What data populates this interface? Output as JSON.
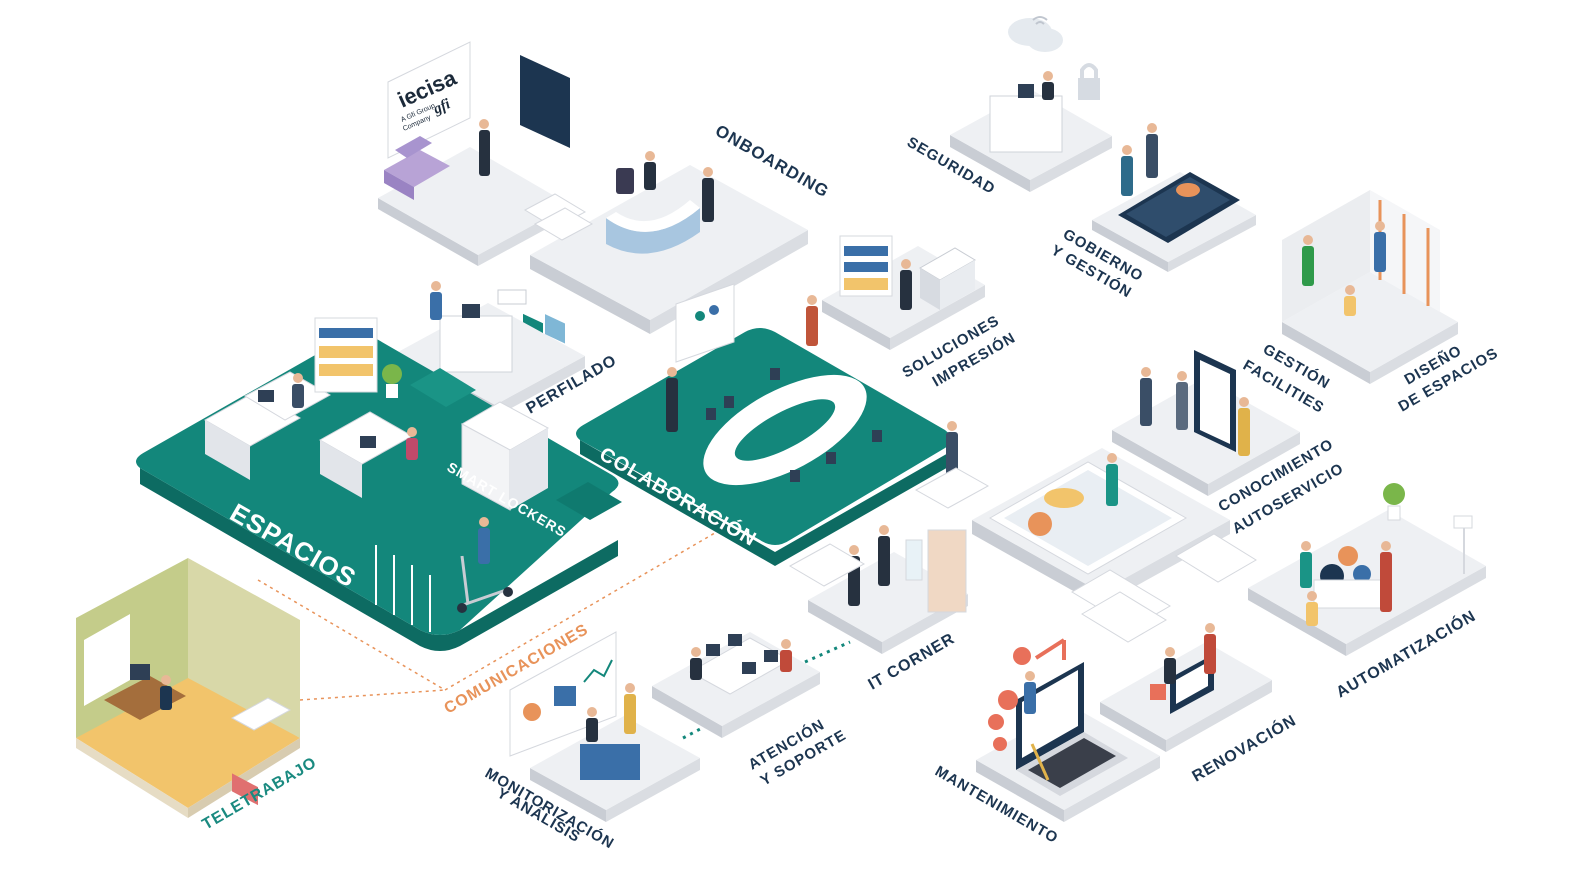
{
  "colors": {
    "teal": "#13877b",
    "teal_dark": "#0e6f65",
    "teal_text": "#1a8a80",
    "navy_text": "#1c3550",
    "orange": "#e8935a",
    "platform": "#eef0f3",
    "platform_side": "#c8ccd3",
    "white": "#ffffff"
  },
  "logo": {
    "brand": "iecisa",
    "tagline_1": "A Gfi Group",
    "tagline_2": "Company",
    "mark": "gfi"
  },
  "labels": {
    "onboarding": "ONBOARDING",
    "seguridad": "SEGURIDAD",
    "gobierno_1": "GOBIERNO",
    "gobierno_2": "Y GESTIÓN",
    "soluciones_1": "SOLUCIONES",
    "soluciones_2": "IMPRESIÓN",
    "perfilado": "PERFILADO",
    "gestion_1": "GESTIÓN",
    "gestion_2": "FACILITIES",
    "diseno_1": "DISEÑO",
    "diseno_2": "DE ESPACIOS",
    "conocimiento_1": "CONOCIMIENTO",
    "conocimiento_2": "AUTOSERVICIO",
    "smart_lockers": "SMART LOCKERS",
    "colaboracion": "COLABORACIÓN",
    "espacios": "ESPACIOS",
    "comunicaciones": "COMUNICACIONES",
    "it_corner": "IT CORNER",
    "automatizacion": "AUTOMATIZACIÓN",
    "teletrabajo": "TELETRABAJO",
    "atencion_1": "ATENCIÓN",
    "atencion_2": "Y SOPORTE",
    "monitorizacion_1": "MONITORIZACIÓN",
    "monitorizacion_2": "Y ANÁLISIS",
    "renovacion": "RENOVACIÓN",
    "mantenimiento": "MANTENIMIENTO"
  },
  "icons": [
    "cloud-icon",
    "lock-icon",
    "wifi-icon",
    "gear-icon",
    "armchair-icon",
    "printer-icon",
    "scooter-icon",
    "plant-icon",
    "tablet-icon",
    "laptop-icon"
  ]
}
